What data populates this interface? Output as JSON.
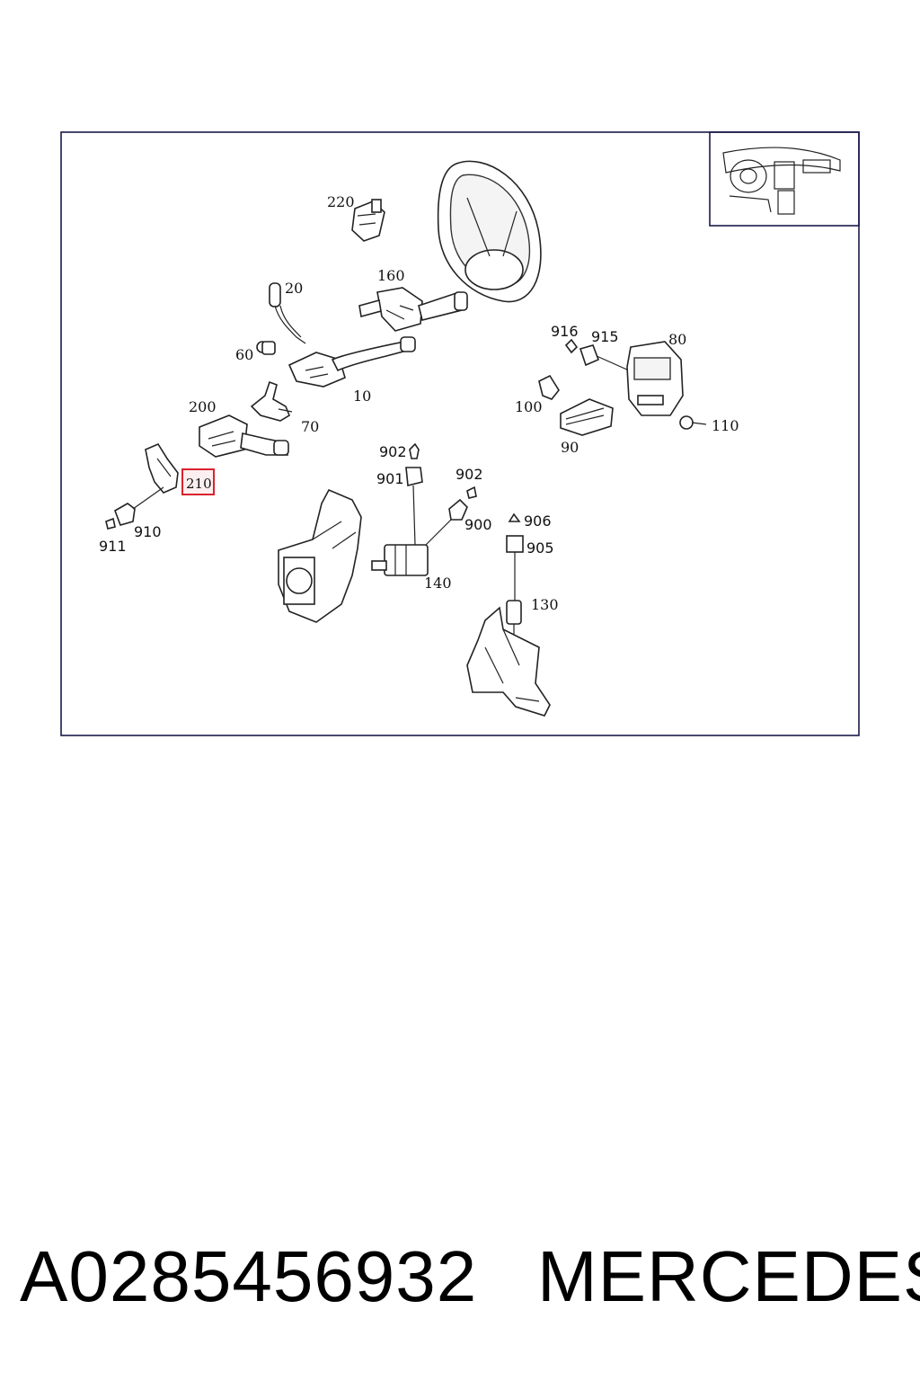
{
  "diagram": {
    "labels": {
      "l220": "220",
      "l160": "160",
      "l20": "20",
      "l60": "60",
      "l10": "10",
      "l200": "200",
      "l70": "70",
      "l916": "916",
      "l915": "915",
      "l80": "80",
      "l100": "100",
      "l110": "110",
      "l90": "90",
      "l902a": "902",
      "l901": "901",
      "l902b": "902",
      "l900": "900",
      "l210": "210",
      "l910": "910",
      "l911": "911",
      "l906": "906",
      "l905": "905",
      "l140": "140",
      "l130": "130"
    },
    "highlight_color": "#d9232e",
    "frame_color": "#1a1a4a"
  },
  "footer": {
    "part_number": "A0285456932",
    "brand": "MERCEDES"
  }
}
